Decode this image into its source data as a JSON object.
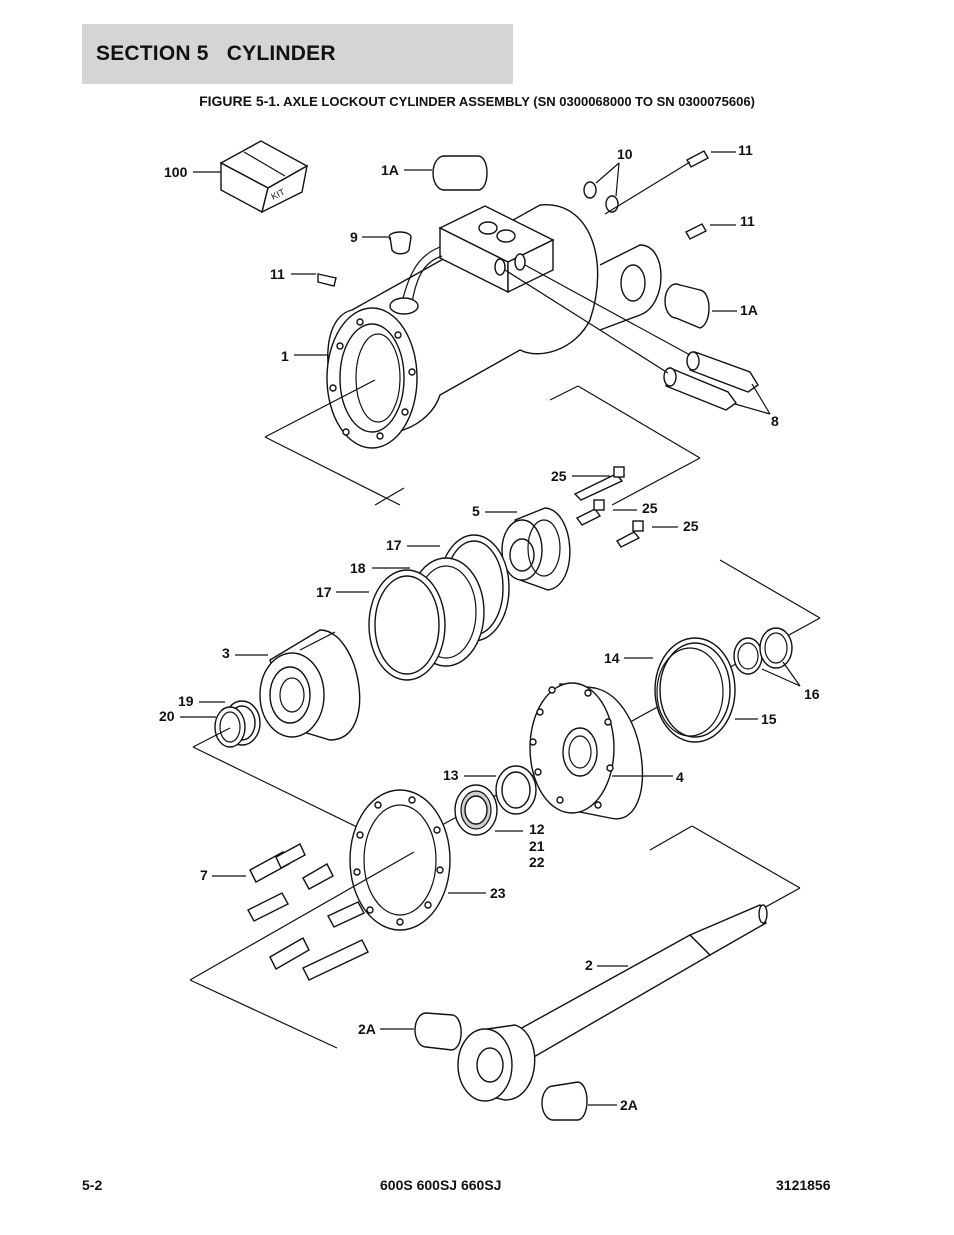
{
  "section": {
    "title": "SECTION 5   CYLINDER"
  },
  "figure": {
    "label": "FIGURE 5-1.",
    "title": " AXLE LOCKOUT CYLINDER ASSEMBLY (SN 0300068000 TO SN 0300075606)"
  },
  "kit_box_text": "KIT",
  "callouts": {
    "c100": "100",
    "c1A_top": "1A",
    "c10": "10",
    "c11_a": "11",
    "c11_b": "11",
    "c9": "9",
    "c11_c": "11",
    "c1A_right": "1A",
    "c1": "1",
    "c8": "8",
    "c25_a": "25",
    "c5": "5",
    "c25_b": "25",
    "c25_c": "25",
    "c17_a": "17",
    "c18": "18",
    "c17_b": "17",
    "c3": "3",
    "c19": "19",
    "c20": "20",
    "c14": "14",
    "c16": "16",
    "c15": "15",
    "c13": "13",
    "c4": "4",
    "c12": "12",
    "c21": "21",
    "c22": "22",
    "c7": "7",
    "c23": "23",
    "c2": "2",
    "c2A_left": "2A",
    "c2A_right": "2A"
  },
  "footer": {
    "page": "5-2",
    "models": "600S 600SJ 660SJ",
    "doc_number": "3121856"
  }
}
